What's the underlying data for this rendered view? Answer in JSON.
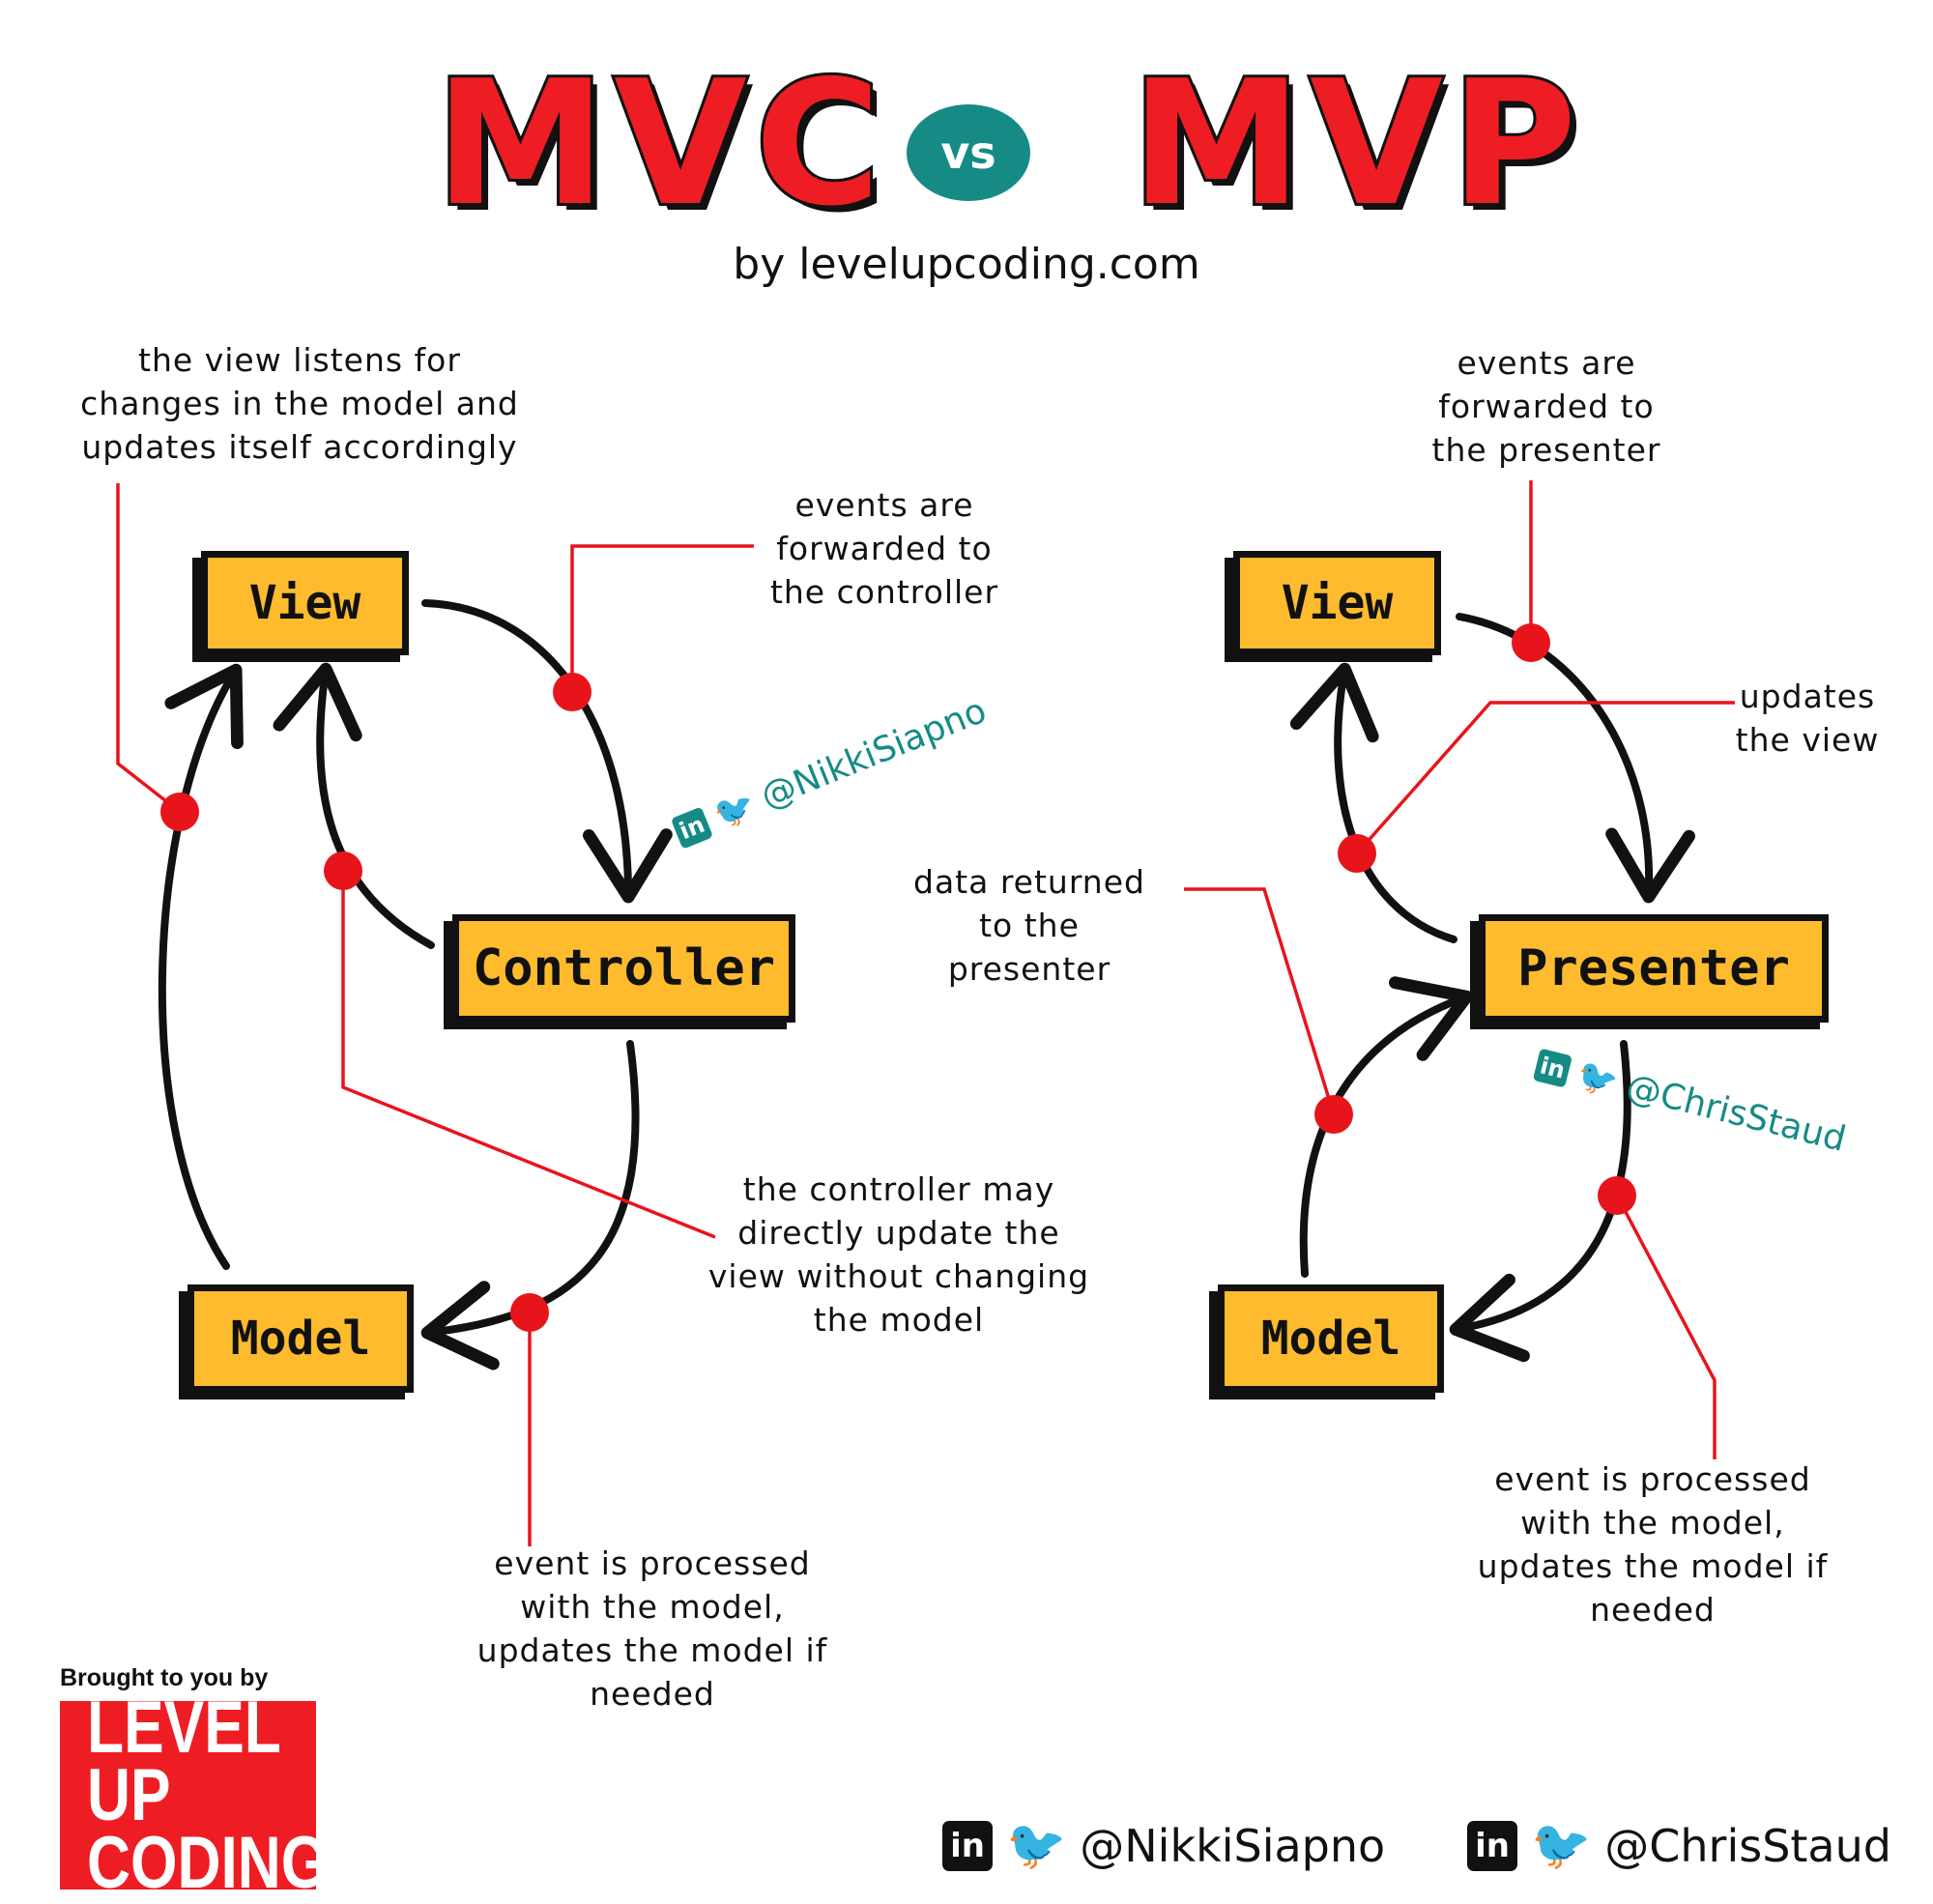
{
  "title": {
    "left": "MVC",
    "vs": "vs",
    "right": "MVP",
    "byline": "by levelupcoding.com"
  },
  "mvc": {
    "view": "View",
    "controller": "Controller",
    "model": "Model",
    "note_view_listens": [
      "the view listens for",
      "changes in the model and",
      "updates itself accordingly"
    ],
    "note_events_forwarded": [
      "events are",
      "forwarded to",
      "the controller"
    ],
    "note_controller_direct": [
      "the controller may",
      "directly update the",
      "view without changing",
      "the model"
    ],
    "note_event_processed": [
      "event is processed",
      "with the model,",
      "updates the model if",
      "needed"
    ],
    "handle": "@NikkiSiapno"
  },
  "mvp": {
    "view": "View",
    "presenter": "Presenter",
    "model": "Model",
    "note_events_forwarded": [
      "events are",
      "forwarded to",
      "the presenter"
    ],
    "note_updates_view": [
      "updates",
      "the view"
    ],
    "note_data_returned": [
      "data returned",
      "to the",
      "presenter"
    ],
    "note_event_processed": [
      "event is processed",
      "with the model,",
      "updates the model if",
      "needed"
    ],
    "handle": "@ChrisStaud"
  },
  "footer": {
    "brought": "Brought to you by",
    "logo_line1": "LEVEL UP",
    "logo_line2": "CODING",
    "handle1": "@NikkiSiapno",
    "handle2": "@ChrisStaud",
    "linkedin_glyph": "in"
  },
  "icons": [
    "linkedin-icon",
    "twitter-icon"
  ],
  "colors": {
    "title_red": "#ee1d23",
    "box_yellow": "#fdbb2d",
    "teal": "#168b86",
    "leader_red": "#e8141b",
    "ink": "#111111"
  }
}
